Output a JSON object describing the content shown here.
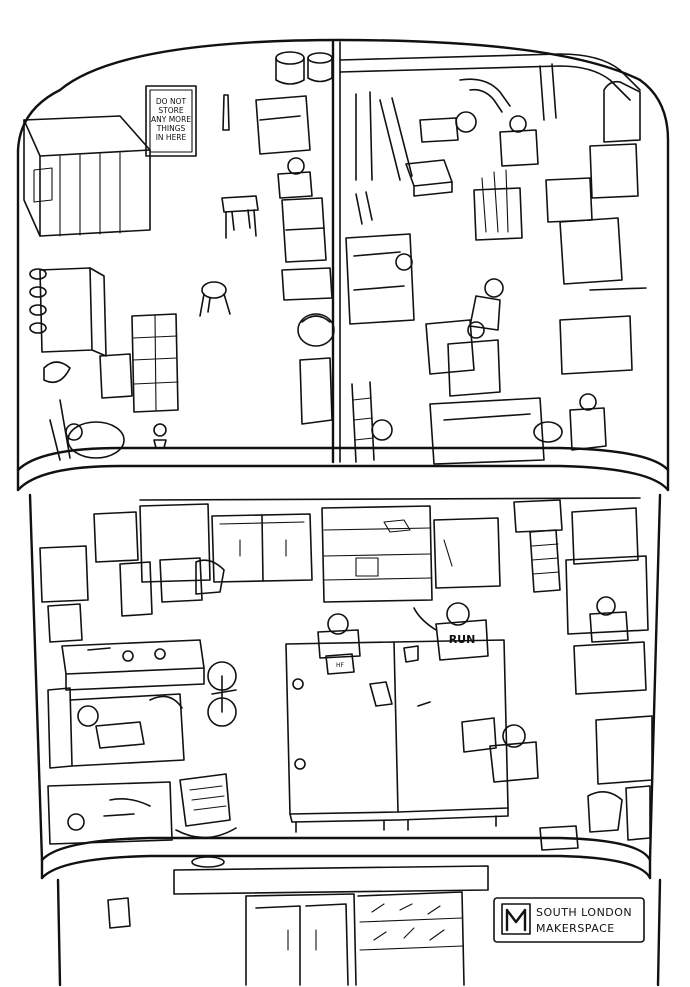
{
  "scene": {
    "sign": {
      "lines": [
        "DO NOT",
        "STORE",
        "ANY MORE",
        "THINGS",
        "IN HERE"
      ]
    },
    "shirt_text": "RUN",
    "laptop_text": "HF",
    "logo": {
      "line1": "SOUTH LONDON",
      "line2": "MAKERSPACE"
    }
  }
}
